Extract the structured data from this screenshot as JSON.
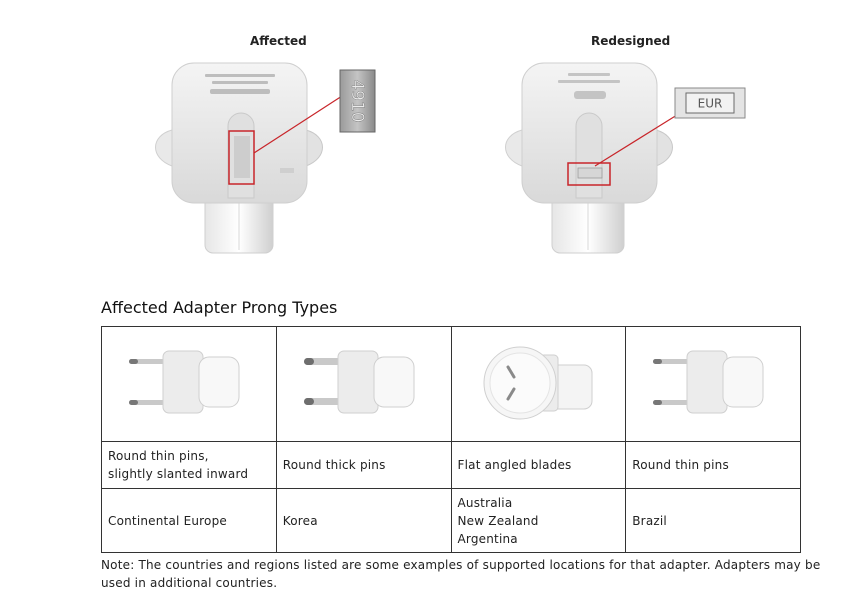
{
  "figures": {
    "affected": {
      "caption": "Affected",
      "stamp_code": "4910"
    },
    "redesigned": {
      "caption": "Redesigned",
      "stamp_code": "EUR"
    }
  },
  "section_title": "Affected Adapter Prong Types",
  "table": {
    "columns": [
      {
        "prong_icon": "round-thin-slanted-prong-adapter-icon",
        "description": "Round thin pins,\nslightly slanted inward",
        "regions": "Continental Europe"
      },
      {
        "prong_icon": "round-thick-prong-adapter-icon",
        "description": "Round thick pins",
        "regions": "Korea"
      },
      {
        "prong_icon": "flat-angled-blade-adapter-icon",
        "description": "Flat angled blades",
        "regions": "Australia\nNew Zealand\nArgentina"
      },
      {
        "prong_icon": "round-thin-prong-adapter-icon",
        "description": "Round thin pins",
        "regions": "Brazil"
      }
    ]
  },
  "note": "Note: The countries and regions listed are some examples of supported locations for that adapter. Adapters may be used in additional countries.",
  "colors": {
    "highlight": "#c8252a",
    "border": "#333333"
  }
}
